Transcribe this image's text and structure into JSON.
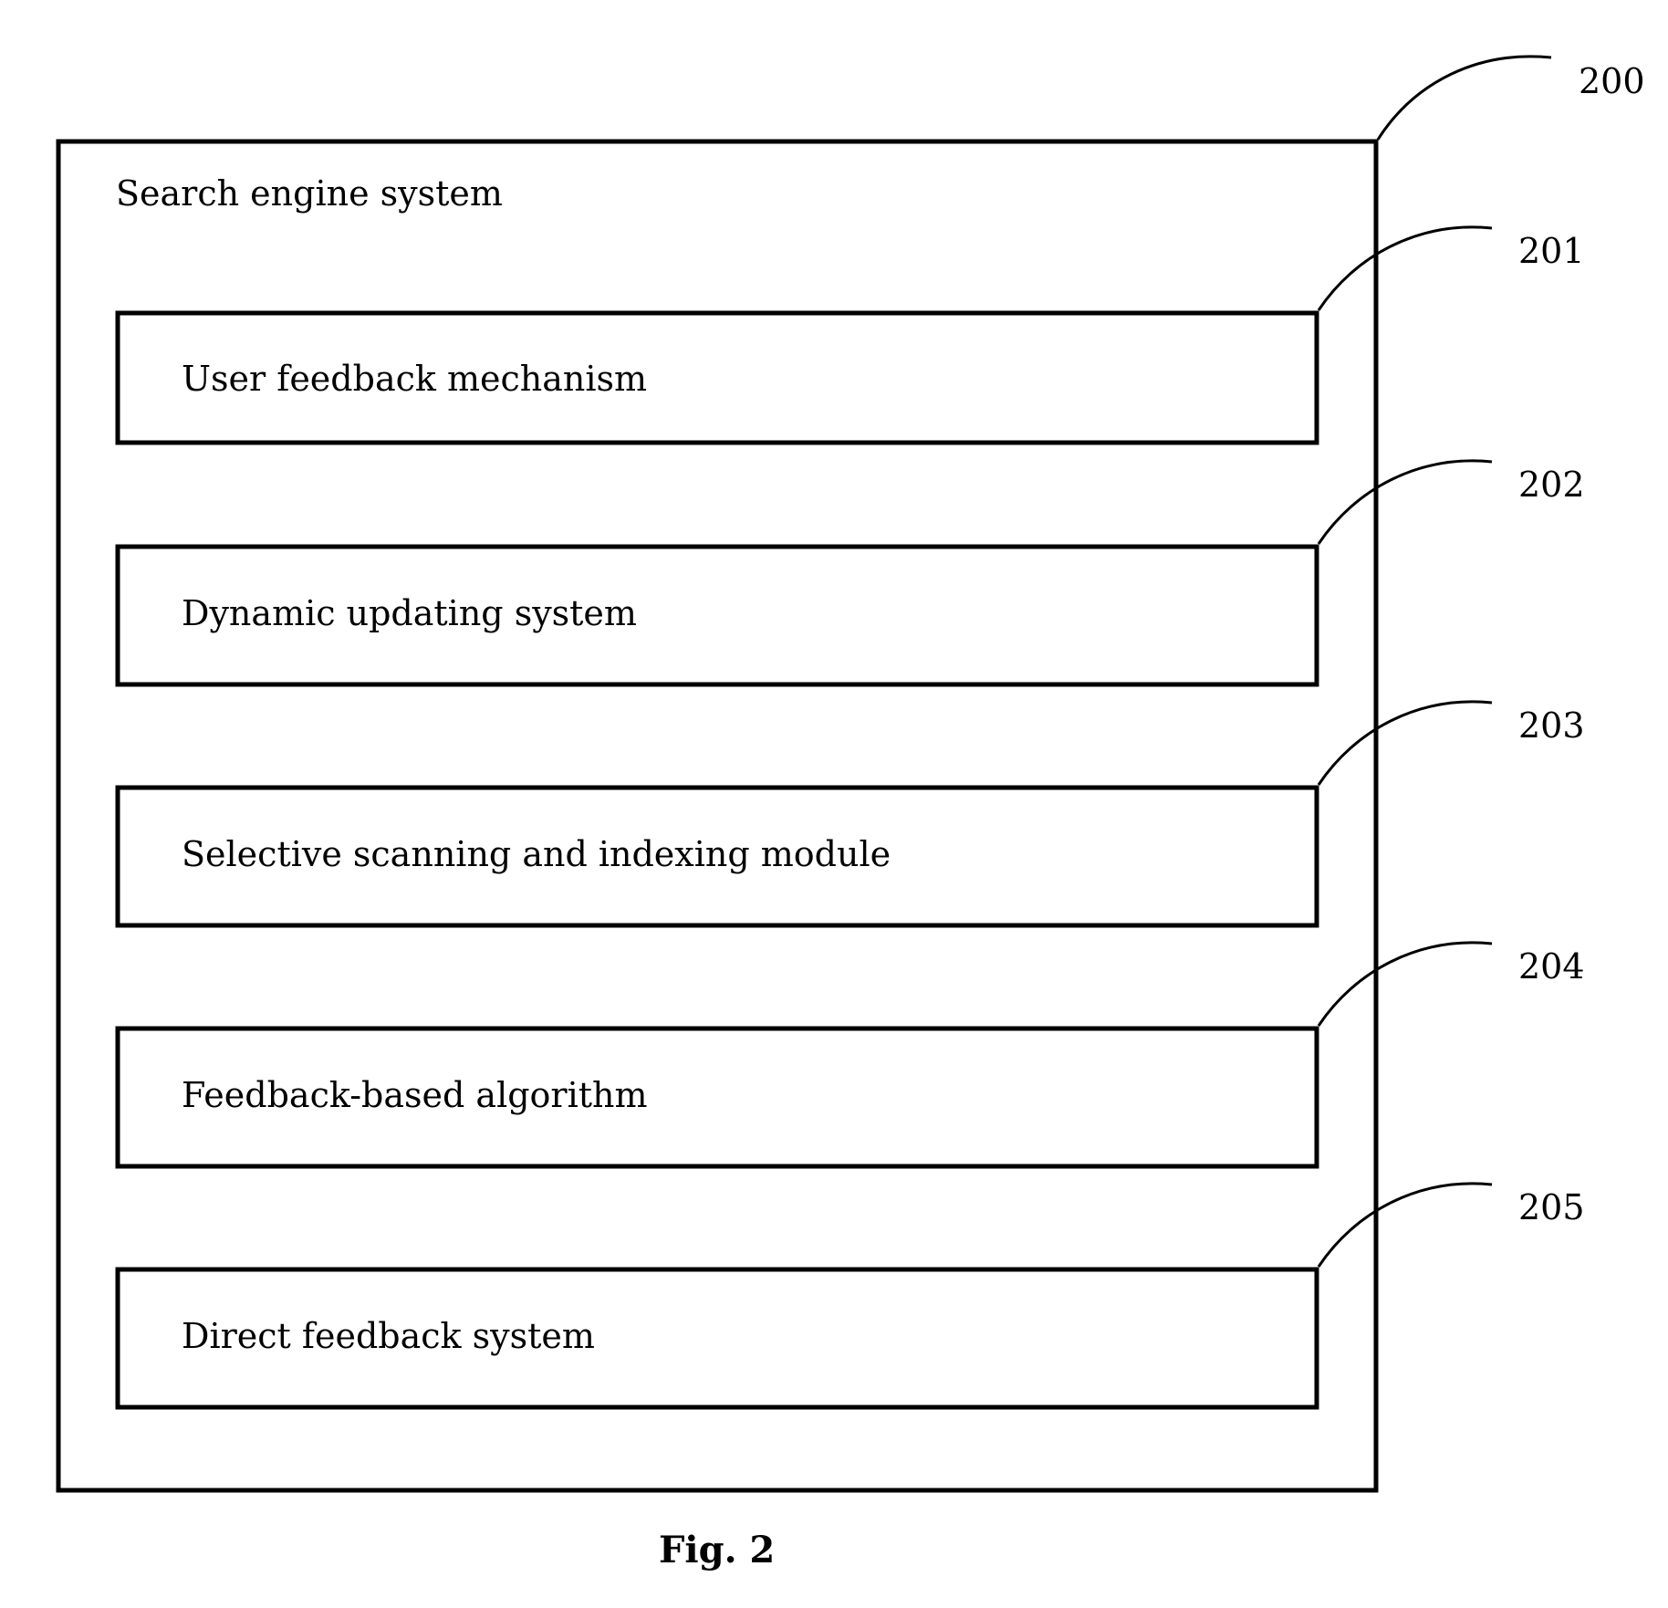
{
  "system": {
    "title": "Search engine system",
    "ref": "200"
  },
  "modules": [
    {
      "label": "User feedback mechanism",
      "ref": "201"
    },
    {
      "label": "Dynamic updating system",
      "ref": "202"
    },
    {
      "label": "Selective scanning and indexing module",
      "ref": "203"
    },
    {
      "label": "Feedback-based algorithm",
      "ref": "204"
    },
    {
      "label": "Direct feedback system",
      "ref": "205"
    }
  ],
  "caption": "Fig. 2"
}
